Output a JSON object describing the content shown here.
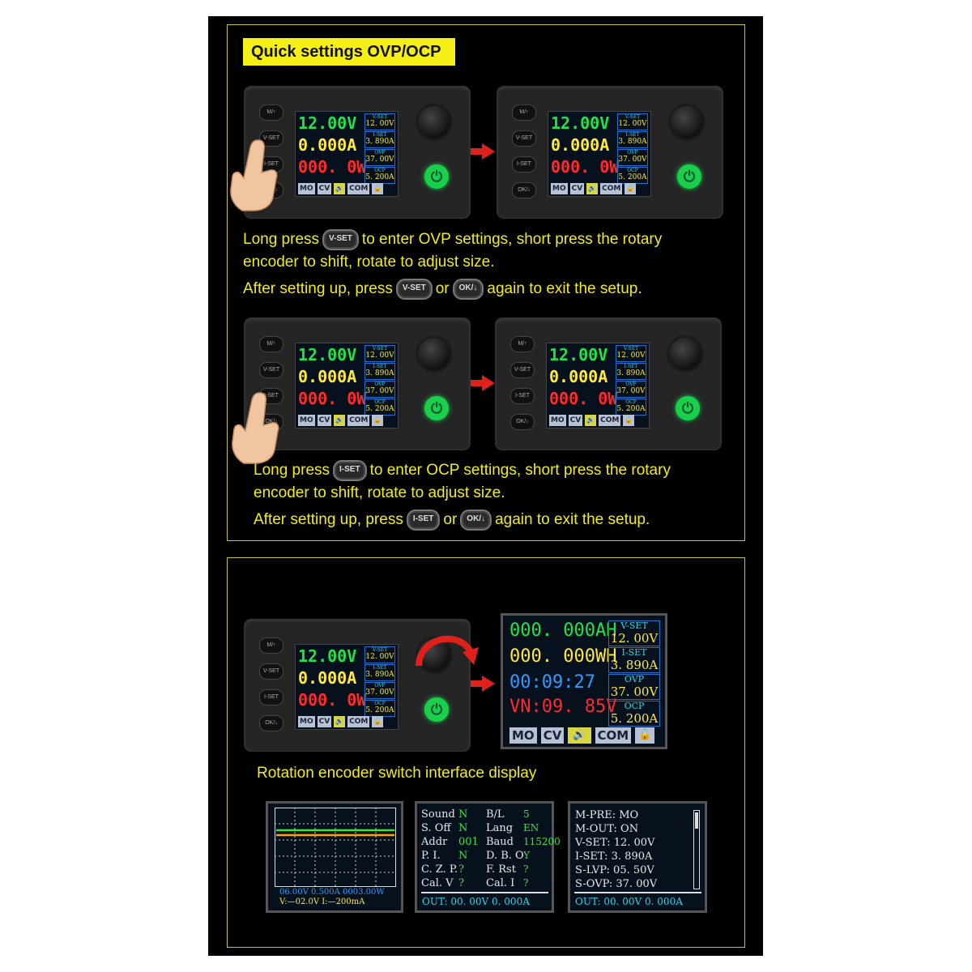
{
  "section1": {
    "title": "Quick settings OVP/OCP",
    "ovp_caption": {
      "line1_a": "Long press",
      "line1_btn": "V-SET",
      "line1_b": "to enter OVP settings, short press the rotary",
      "line2": "encoder to shift, rotate to adjust size.",
      "line3_a": "After setting up, press",
      "line3_btn1": "V-SET",
      "line3_or": "or",
      "line3_btn2": "OK/↓",
      "line3_b": "again to exit the setup."
    },
    "ocp_caption": {
      "line1_a": "Long press",
      "line1_btn": "I-SET",
      "line1_b": "to enter OCP settings, short press the rotary",
      "line2": "encoder to shift, rotate to adjust size.",
      "line3_a": "After setting up, press",
      "line3_btn1": "I-SET",
      "line3_or": "or",
      "line3_btn2": "OK/↓",
      "line3_b": "again to exit the setup."
    }
  },
  "device": {
    "buttons": [
      "M/↑",
      "V-SET",
      "I-SET",
      "OK/↓"
    ],
    "voltage": "12.00V",
    "current": "0.000A",
    "power": "000. 0W",
    "side": [
      {
        "label": "V-SET",
        "value": "12. 00V"
      },
      {
        "label": "I-SET",
        "value": "3. 890A"
      },
      {
        "label": "OVP",
        "value": "37. 00V"
      },
      {
        "label": "OCP",
        "value": "5. 200A"
      }
    ],
    "status": [
      "MO",
      "CV",
      "🔊",
      "COM",
      "🔓"
    ],
    "colors": {
      "voltage": "#22e24a",
      "current": "#ffe93a",
      "power": "#ff2a2a"
    }
  },
  "section2": {
    "title": "",
    "caption": "Rotation encoder switch interface display",
    "big_screen": {
      "ah": "000. 000AH",
      "wh": "000. 000WH",
      "time": "00:09:27",
      "vin": "VN:09. 85V",
      "side": [
        {
          "label": "V-SET",
          "value": "12. 00V"
        },
        {
          "label": "I-SET",
          "value": "3. 890A"
        },
        {
          "label": "OVP",
          "value": "37. 00V"
        },
        {
          "label": "OCP",
          "value": "5. 200A"
        }
      ],
      "status": [
        "MO",
        "CV",
        "🔊",
        "COM",
        "🔓"
      ]
    },
    "graph_screen": {
      "readout1": "06.00V  0.500A  0003.00W",
      "readout2": "V:—02.0V     I:—200mA"
    },
    "settings_screen": {
      "rows": [
        [
          "Sound",
          "N",
          "B/L",
          "5"
        ],
        [
          "S. Off",
          "N",
          "Lang",
          "EN"
        ],
        [
          "Addr",
          "001",
          "Baud",
          "115200"
        ],
        [
          "P. I.",
          "N",
          "D. B. O",
          "Y"
        ],
        [
          "C. Z. P.",
          "?",
          "F. Rst",
          "?"
        ],
        [
          "Cal. V",
          "?",
          "Cal. I",
          "?"
        ]
      ],
      "footer": "OUT: 00. 00V   0. 000A"
    },
    "memory_screen": {
      "rows": [
        "M-PRE: MO",
        "M-OUT: ON",
        "V-SET: 12. 00V",
        "I-SET: 3. 890A",
        "S-LVP: 05. 50V",
        "S-OVP: 37. 00V"
      ],
      "footer": "OUT: 00. 00V   0. 000A"
    }
  }
}
